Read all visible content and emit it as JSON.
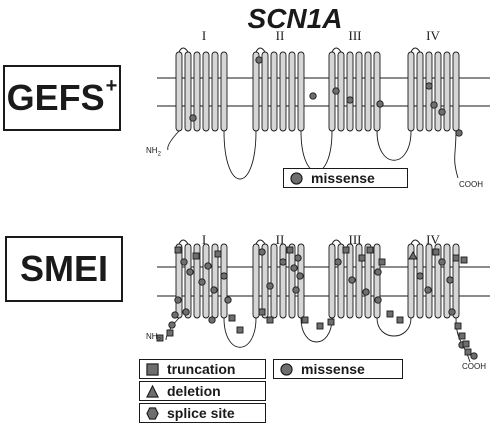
{
  "gene": "SCN1A",
  "domains": [
    "I",
    "II",
    "III",
    "IV"
  ],
  "panels": {
    "gefs": {
      "syndrome": "GEFS",
      "syndrome_sup": "+",
      "n_terminus": "NH",
      "n_terminus_sub": "2",
      "c_terminus": "COOH",
      "legend": [
        {
          "symbol": "circle",
          "label": "missense"
        }
      ]
    },
    "smei": {
      "syndrome": "SMEI",
      "n_terminus": "NH",
      "n_terminus_sub": "2",
      "c_terminus": "COOH",
      "legend": [
        {
          "symbol": "square",
          "label": "truncation"
        },
        {
          "symbol": "triangle",
          "label": "deletion"
        },
        {
          "symbol": "hexagon",
          "label": "splice site"
        },
        {
          "symbol": "circle",
          "label": "missense"
        }
      ]
    }
  },
  "colors": {
    "helix_fill": "#d6d6d6",
    "marker_fill": "#6e6e6e",
    "line": "#1a1a1a"
  }
}
